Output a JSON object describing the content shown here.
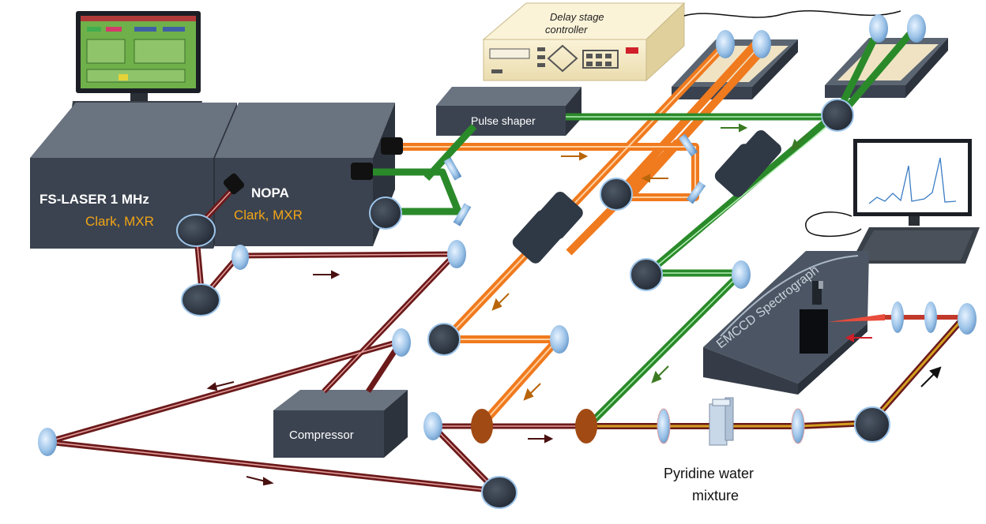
{
  "labels": {
    "laser": "FS-LASER 1 MHz",
    "laser_vendor": "Clark, MXR",
    "nopa": "NOPA",
    "nopa_vendor": "Clark, MXR",
    "pulse_shaper": "Pulse shaper",
    "compressor": "Compressor",
    "delay_controller_line1": "Delay stage",
    "delay_controller_line2": "controller",
    "spectrograph": "EMCCD Spectrograph",
    "sample_line1": "Pyridine water",
    "sample_line2": "mixture"
  },
  "colors": {
    "beam_orange": "#f07a1e",
    "beam_green": "#2a8a2a",
    "beam_maroon": "#6b1a1a",
    "vendor_text": "#f2a516",
    "box_dark": "#3b4350"
  }
}
